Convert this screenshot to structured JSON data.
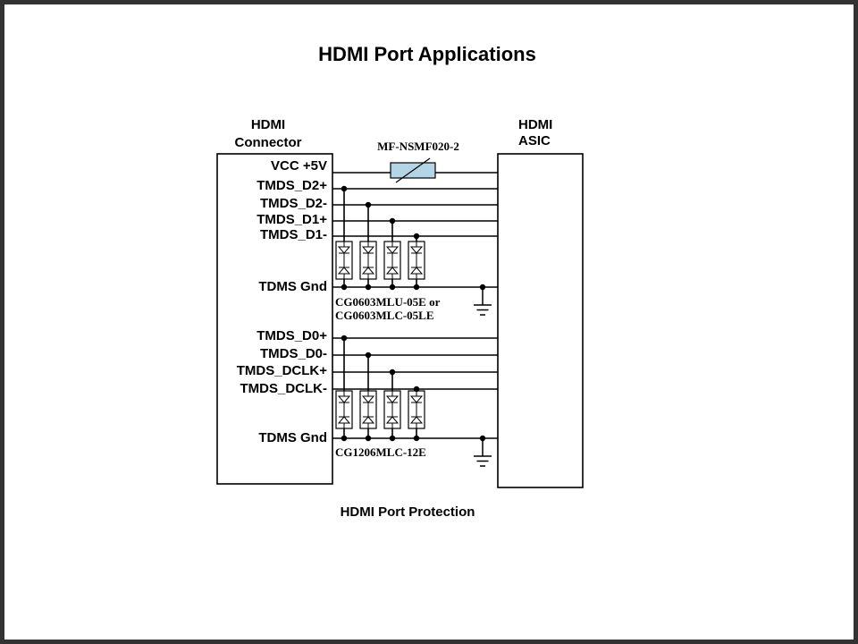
{
  "title": "HDMI Port Applications",
  "caption": "HDMI Port Protection",
  "connector": {
    "label_lines": [
      "HDMI",
      "Connector"
    ],
    "pins": [
      "VCC +5V",
      "TMDS_D2+",
      "TMDS_D2-",
      "TMDS_D1+",
      "TMDS_D1-",
      "TDMS Gnd",
      "TMDS_D0+",
      "TMDS_D0-",
      "TMDS_DCLK+",
      "TMDS_DCLK-",
      "TDMS Gnd"
    ]
  },
  "asic": {
    "label_lines": [
      "HDMI",
      "ASIC"
    ]
  },
  "components": {
    "fuse_label": "MF-NSMF020-2",
    "esd_array_1_lines": [
      "CG0603MLU-05E or",
      "CG0603MLC-05LE"
    ],
    "esd_array_2_label": "CG1206MLC-12E"
  },
  "colors": {
    "fuse_fill": "#b4d5e5",
    "frame": "#333333"
  }
}
